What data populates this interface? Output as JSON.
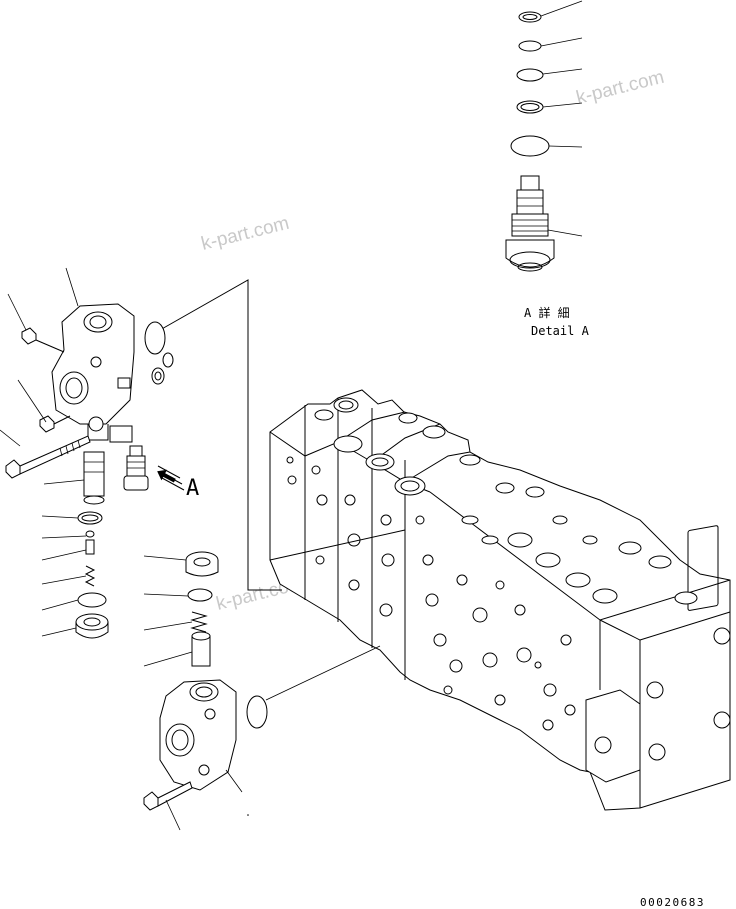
{
  "detail": {
    "label_jp": "A 詳 細",
    "label_en": "Detail A"
  },
  "view_marker": "A",
  "drawing_number": "00020683",
  "watermark": "k-part.com",
  "colors": {
    "ink": "#000000",
    "paper": "#ffffff",
    "watermark": "#c9c9c9"
  }
}
